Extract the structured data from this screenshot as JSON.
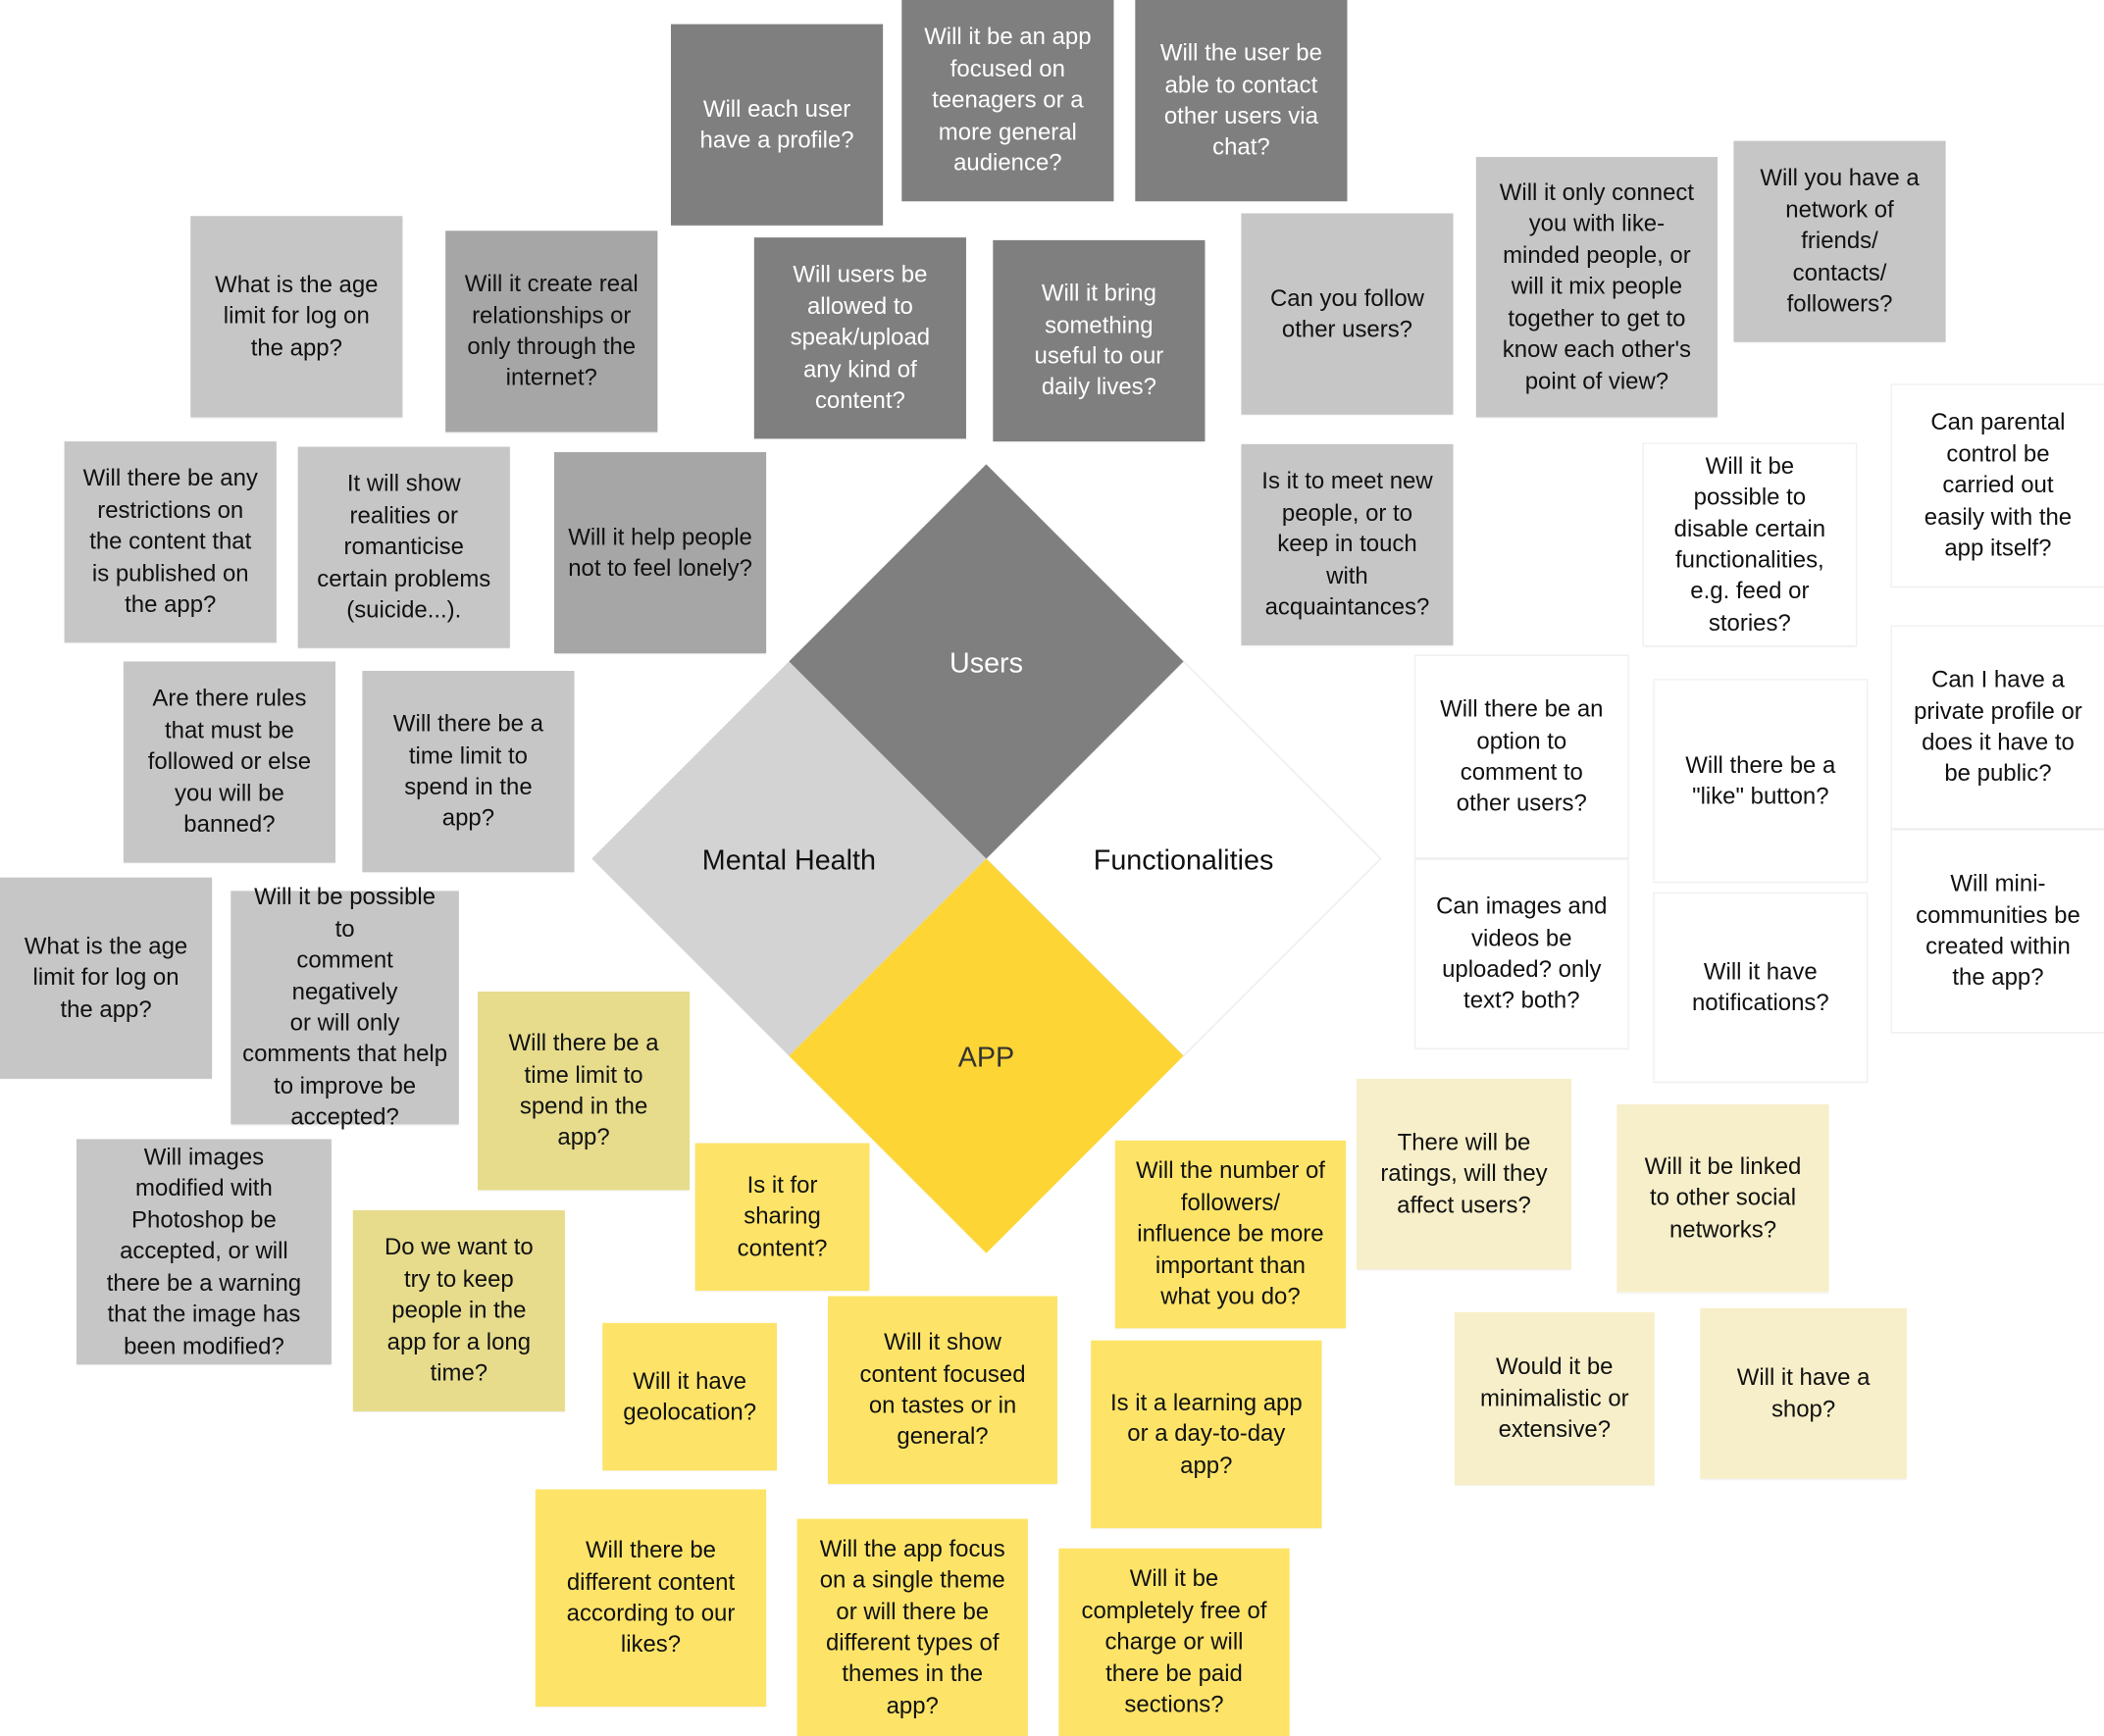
{
  "diagram": {
    "quadrants": {
      "top": {
        "label": "Users",
        "color": "#7f7f7f"
      },
      "left": {
        "label": "Mental Health",
        "color": "#d3d3d3"
      },
      "right": {
        "label": "Functionalities",
        "color": "#ffffff"
      },
      "bottom": {
        "label": "APP",
        "color": "#fdd535"
      }
    }
  },
  "notes": {
    "n1": "Will each user\nhave a profile?",
    "n2": "Will it be an app\nfocused on\nteenagers or a\nmore general\naudience?",
    "n3": "Will the user be\nable to contact\nother users via\nchat?",
    "n4": "What is the age\nlimit for log on\nthe app?",
    "n5": "Will it create real\nrelationships or\nonly through the\ninternet?",
    "n6": "Will users be\nallowed to\nspeak/upload\nany kind of\ncontent?",
    "n7": "Will it bring\nsomething\nuseful to our\ndaily lives?",
    "n8": "Can you follow\nother users?",
    "n9": "Will it only connect\nyou with like-\nminded people, or\nwill it mix people\ntogether to get to\nknow each other's\npoint of view?",
    "n10": "Will you have a\nnetwork of\nfriends/\ncontacts/\nfollowers?",
    "n11": "Will there be any\nrestrictions on\nthe content that\nis published on\nthe app?",
    "n12": "It will show\nrealities or\nromanticise\ncertain problems\n(suicide...).",
    "n13": "Will it help people\nnot to feel lonely?",
    "n14": "Is it to meet new\npeople, or to\nkeep in touch\nwith\nacquaintances?",
    "n15": "Will it be\npossible to\ndisable certain\nfunctionalities,\ne.g. feed or\nstories?",
    "n16": "Can parental\ncontrol be\ncarried out\neasily with the\napp itself?",
    "n17": "Are there rules\nthat must be\nfollowed or else\nyou will be\nbanned?",
    "n18": "Will there be a\ntime limit to\nspend in the\napp?",
    "n19": "Will there be an\noption to\ncomment to\nother users?",
    "n20": "Will there be a\n\"like\" button?",
    "n21": "Can I have a\nprivate profile or\ndoes it have to\nbe public?",
    "n22": "What is the age\nlimit for log on\nthe app?",
    "n23": "Will it be possible to\ncomment negatively\nor will only\ncomments that help\nto improve be\naccepted?",
    "n24": "Can images and\nvideos be\nuploaded? only\ntext? both?",
    "n25": "Will it have\nnotifications?",
    "n26": "Will mini-\ncommunities be\ncreated within\nthe app?",
    "n27": "Will there be a\ntime limit to\nspend in the\napp?",
    "n28": "Will images\nmodified with\nPhotoshop be\naccepted, or will\nthere be a warning\nthat the image has\nbeen modified?",
    "n29": "Is it for\nsharing\ncontent?",
    "n30": "Will the number of\nfollowers/\ninfluence be more\nimportant than\nwhat you do?",
    "n31": "There will be\nratings, will they\naffect users?",
    "n32": "Will it be linked\nto other social\nnetworks?",
    "n33": "Do we want to\ntry to keep\npeople in the\napp for a long\ntime?",
    "n34": "Will it have\ngeolocation?",
    "n35": "Will it show\ncontent focused\non tastes or in\ngeneral?",
    "n36": "Is it a learning app\nor a day-to-day\napp?",
    "n37": "Would it be\nminimalistic or\nextensive?",
    "n38": "Will it have a\nshop?",
    "n39": "Will there be\ndifferent content\naccording to our\nlikes?",
    "n40": "Will the app focus\non a single theme\nor will there be\ndifferent types of\nthemes in the\napp?",
    "n41": "Will it be\ncompletely free of\ncharge or will\nthere be paid\nsections?"
  }
}
